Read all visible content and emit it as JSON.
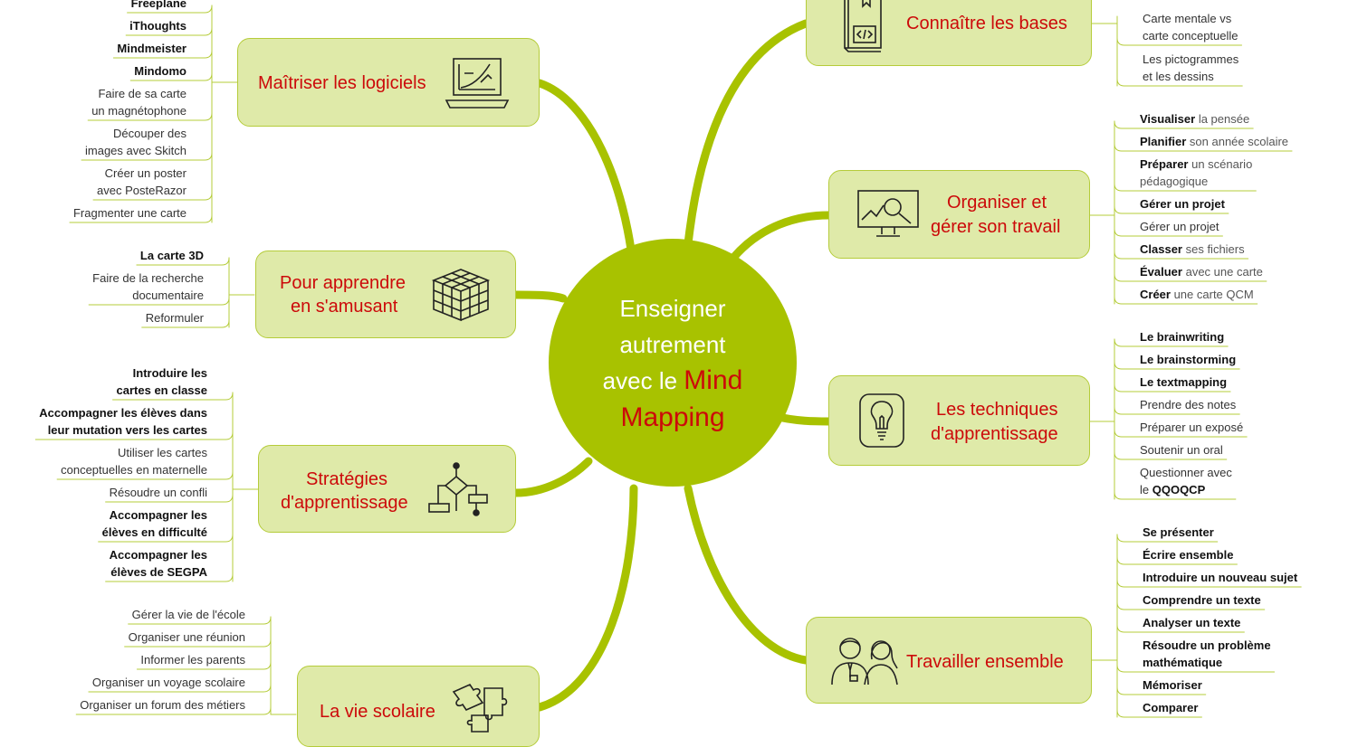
{
  "center": {
    "line1": "Enseigner",
    "line2": "autrement",
    "line3": "avec le",
    "hl1": "Mind",
    "hl2": "Mapping"
  },
  "colors": {
    "branch": "#a8c200",
    "topic_fill": "#dfeaa9",
    "topic_border": "#b5cc3a",
    "topic_text": "#cc0a0a",
    "leaf_line": "#b5cc3a"
  },
  "topics": [
    {
      "line1": "Maîtriser les logiciels",
      "line2": "",
      "icon": "laptop-graph-icon",
      "leaves": [
        {
          "b": "Freeplane"
        },
        {
          "b": "iThoughts"
        },
        {
          "b": "Mindmeister"
        },
        {
          "b": "Mindomo"
        },
        {
          "l1": "Faire de sa carte",
          "l2": "un magnétophone"
        },
        {
          "l1": "Découper des",
          "l2": "images avec Skitch"
        },
        {
          "l1": "Créer un poster",
          "l2": "avec PosteRazor"
        },
        {
          "l1": "Fragmenter une carte"
        }
      ]
    },
    {
      "line1": "Pour apprendre",
      "line2": "en s'amusant",
      "icon": "rubiks-cube-icon",
      "leaves": [
        {
          "b": "La carte 3D"
        },
        {
          "l1": "Faire de la recherche",
          "l2": "documentaire"
        },
        {
          "l1": "Reformuler"
        }
      ]
    },
    {
      "line1": "Stratégies",
      "line2": "d'apprentissage",
      "icon": "flowchart-icon",
      "leaves": [
        {
          "b": "Introduire les",
          "b2": "cartes en classe"
        },
        {
          "b": "Accompagner les élèves dans",
          "b2": "leur mutation vers les cartes"
        },
        {
          "l1": "Utiliser les cartes",
          "l2": "conceptuelles en maternelle"
        },
        {
          "l1": "Résoudre un confli"
        },
        {
          "b": "Accompagner les",
          "b2": "élèves en difficulté"
        },
        {
          "b": "Accompagner les",
          "b2": "élèves de SEGPA"
        }
      ]
    },
    {
      "line1": "La vie scolaire",
      "line2": "",
      "icon": "puzzle-icon",
      "leaves": [
        {
          "l1": "Gérer la vie de l'école"
        },
        {
          "l1": "Organiser une réunion"
        },
        {
          "l1": "Informer les parents"
        },
        {
          "l1": "Organiser un voyage scolaire"
        },
        {
          "l1": "Organiser un forum des métiers"
        }
      ]
    },
    {
      "line1": "Connaître les bases",
      "line2": "",
      "icon": "code-book-icon",
      "leaves": [
        {
          "l1": "Carte mentale vs",
          "l2": "carte conceptuelle"
        },
        {
          "l1": "Les pictogrammes",
          "l2": "et les dessins"
        }
      ]
    },
    {
      "line1": "Organiser et",
      "line2": "gérer son travail",
      "icon": "monitor-magnifier-icon",
      "leaves": [
        {
          "b": "Visualiser",
          "r": " la pensée"
        },
        {
          "b": "Planifier",
          "r": " son année scolaire"
        },
        {
          "b": "Préparer",
          "r": " un scénario",
          "l2": "pédagogique"
        },
        {
          "b": "Gérer un projet"
        },
        {
          "l1": "Gérer un projet"
        },
        {
          "b": "Classer",
          "r": " ses fichiers"
        },
        {
          "b": "Évaluer",
          "r": " avec une carte"
        },
        {
          "b": "Créer",
          "r": " une carte QCM"
        }
      ]
    },
    {
      "line1": "Les techniques",
      "line2": "d'apprentissage",
      "icon": "lightbulb-icon",
      "leaves": [
        {
          "b": "Le brainwriting"
        },
        {
          "b": "Le brainstorming"
        },
        {
          "b": "Le textmapping"
        },
        {
          "l1": "Prendre des notes"
        },
        {
          "l1": "Préparer un exposé"
        },
        {
          "l1": "Soutenir un oral"
        },
        {
          "l1": "Questionner avec",
          "l2p": "le ",
          "l2b": "QQOQCP"
        }
      ]
    },
    {
      "line1": "Travailler ensemble",
      "line2": "",
      "icon": "students-icon",
      "leaves": [
        {
          "b": "Se présenter"
        },
        {
          "b": "Écrire ensemble"
        },
        {
          "b": "Introduire un nouveau sujet"
        },
        {
          "b": "Comprendre un texte"
        },
        {
          "b": "Analyser un texte"
        },
        {
          "b": "Résoudre un problème",
          "b2": "mathématique"
        },
        {
          "b": "Mémoriser"
        },
        {
          "b": "Comparer"
        }
      ]
    }
  ]
}
